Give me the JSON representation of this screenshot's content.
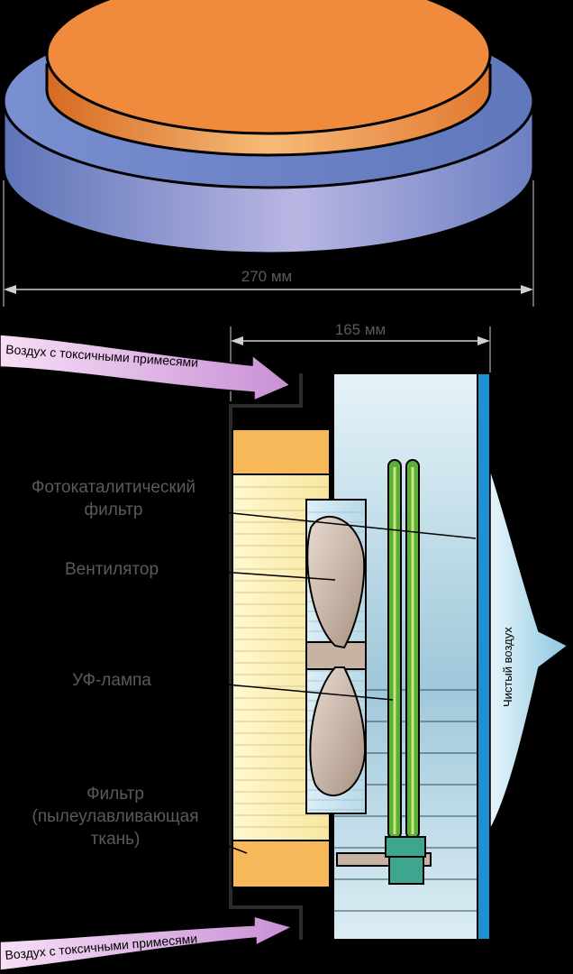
{
  "dimensions": {
    "width_label": "270 мм",
    "depth_label": "165 мм"
  },
  "airflow": {
    "inlet_top": "Воздух с токсичными примесями",
    "inlet_bottom": "Воздух с токсичными примесями",
    "outlet": "Чистый воздух"
  },
  "labels": {
    "photocatalytic_line1": "Фотокаталитический",
    "photocatalytic_line2": "фильтр",
    "fan": "Вентилятор",
    "uv_lamp": "УФ-лампа",
    "dust_filter_line1": "Фильтр",
    "dust_filter_line2": "(пылеулавливающая",
    "dust_filter_line3": "ткань)"
  },
  "colors": {
    "background": "#000000",
    "top_disk": "#f08a3c",
    "base_disk": "#6f86c6",
    "dust_filter": "#f7b85a",
    "dust_filter_light": "#fff6c8",
    "chamber": "#c6e2ee",
    "photocatalytic_filter": "#1e8fd0",
    "uv_lamp": "#5cae3a",
    "fan_blade": "#c8b2a2",
    "inlet_arrow": "#e7b6e7",
    "outlet_arrow": "#bfe3f2"
  }
}
